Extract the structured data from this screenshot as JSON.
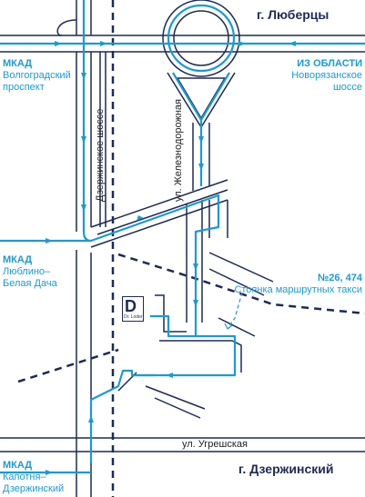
{
  "cities": {
    "top": "г. Люберцы",
    "bottom": "г. Дзержинский"
  },
  "entries": {
    "left_top": {
      "title": "МКАД",
      "line1": "Волгоградский",
      "line2": "проспект"
    },
    "right_top": {
      "title": "ИЗ ОБЛАСТИ",
      "line1": "Новорязанское",
      "line2": "шоссе"
    },
    "left_mid": {
      "title": "МКАД",
      "line1": "Люблино–",
      "line2": "Белая Дача"
    },
    "left_bottom": {
      "title": "МКАД",
      "line1": "Капотня–",
      "line2": "Дзержинский"
    }
  },
  "streets": {
    "dzerzhinskoe": "Дзержинское шоссе",
    "zheleznodorozhnaya": "ул. Железнодорожная",
    "ugreshskaya": "ул. Угрешская"
  },
  "bus_stop": {
    "routes": "№26, 474",
    "label": "Стоянка маршрутных такси"
  },
  "logo": {
    "letter": "D",
    "caption": "Dr. Loder"
  },
  "colors": {
    "road": "#1d2a55",
    "route": "#1a9ad6",
    "text_blue": "#1a9ad6",
    "city_text": "#1d2a55"
  }
}
